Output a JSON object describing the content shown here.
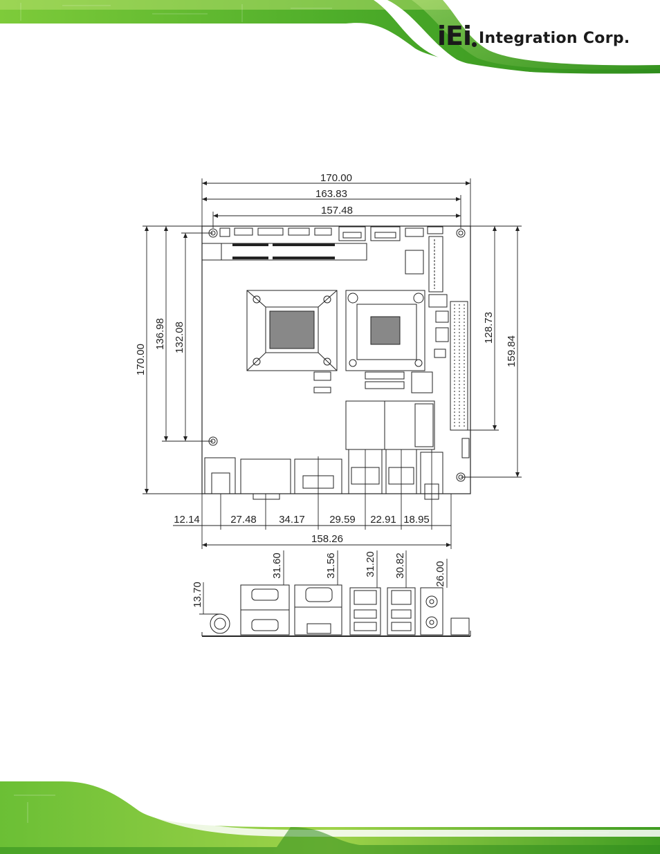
{
  "logo": {
    "brand": "iEi",
    "name": "Integration Corp."
  },
  "colors": {
    "green_dark": "#2e8b1f",
    "green_light": "#9fd34a",
    "line": "#222222"
  },
  "dimensions": {
    "top": [
      "170.00",
      "163.83",
      "157.48"
    ],
    "left": [
      "170.00",
      "136.98",
      "132.08"
    ],
    "right": [
      "128.73",
      "159.84"
    ],
    "bottom": [
      "12.14",
      "27.48",
      "34.17",
      "29.59",
      "22.91",
      "18.95"
    ],
    "bottom_total": "158.26",
    "io_heights": [
      "13.70",
      "31.60",
      "31.56",
      "31.20",
      "30.82",
      "26.00"
    ]
  }
}
